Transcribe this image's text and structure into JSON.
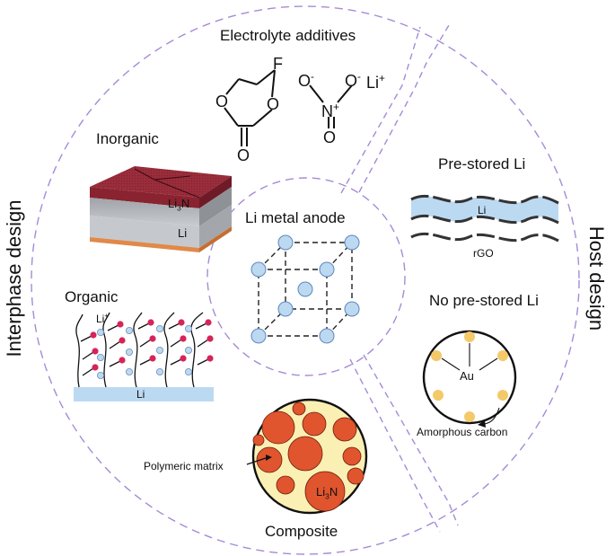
{
  "center": {
    "title": "Li metal anode"
  },
  "sections": {
    "electrolyte_additives": "Electrolyte additives",
    "inorganic": "Inorganic",
    "organic": "Organic",
    "pre_stored": "Pre-stored Li",
    "no_pre_stored": "No pre-stored Li",
    "composite": "Composite"
  },
  "side_labels": {
    "left": "Interphase design",
    "right": "Host design"
  },
  "labels": {
    "li": "Li",
    "li_plus": "Li",
    "li_sup": "+",
    "li3n_main": "Li",
    "li3n_sub": "3",
    "li3n_end": "N",
    "rgo": "rGO",
    "au": "Au",
    "amorphous_carbon": "Amorphous carbon",
    "polymeric_matrix": "Polymeric matrix"
  },
  "molecules": {
    "fec_f": "F",
    "fec_o1": "O",
    "fec_o2": "O",
    "fec_o3": "O",
    "nitrate_o1": "O",
    "nitrate_o2": "O",
    "nitrate_n": "N",
    "nitrate_o3": "O",
    "charge_minus": "-",
    "charge_plus": "+"
  },
  "colors": {
    "dash_circle": "#a58bd6",
    "li3n_top": "#8f2a36",
    "li_blue": "#bcd9f2",
    "particle": "#e0552d",
    "matrix": "#fbf0b4",
    "au": "#f3c96a",
    "organic_red": "#d6245a"
  }
}
